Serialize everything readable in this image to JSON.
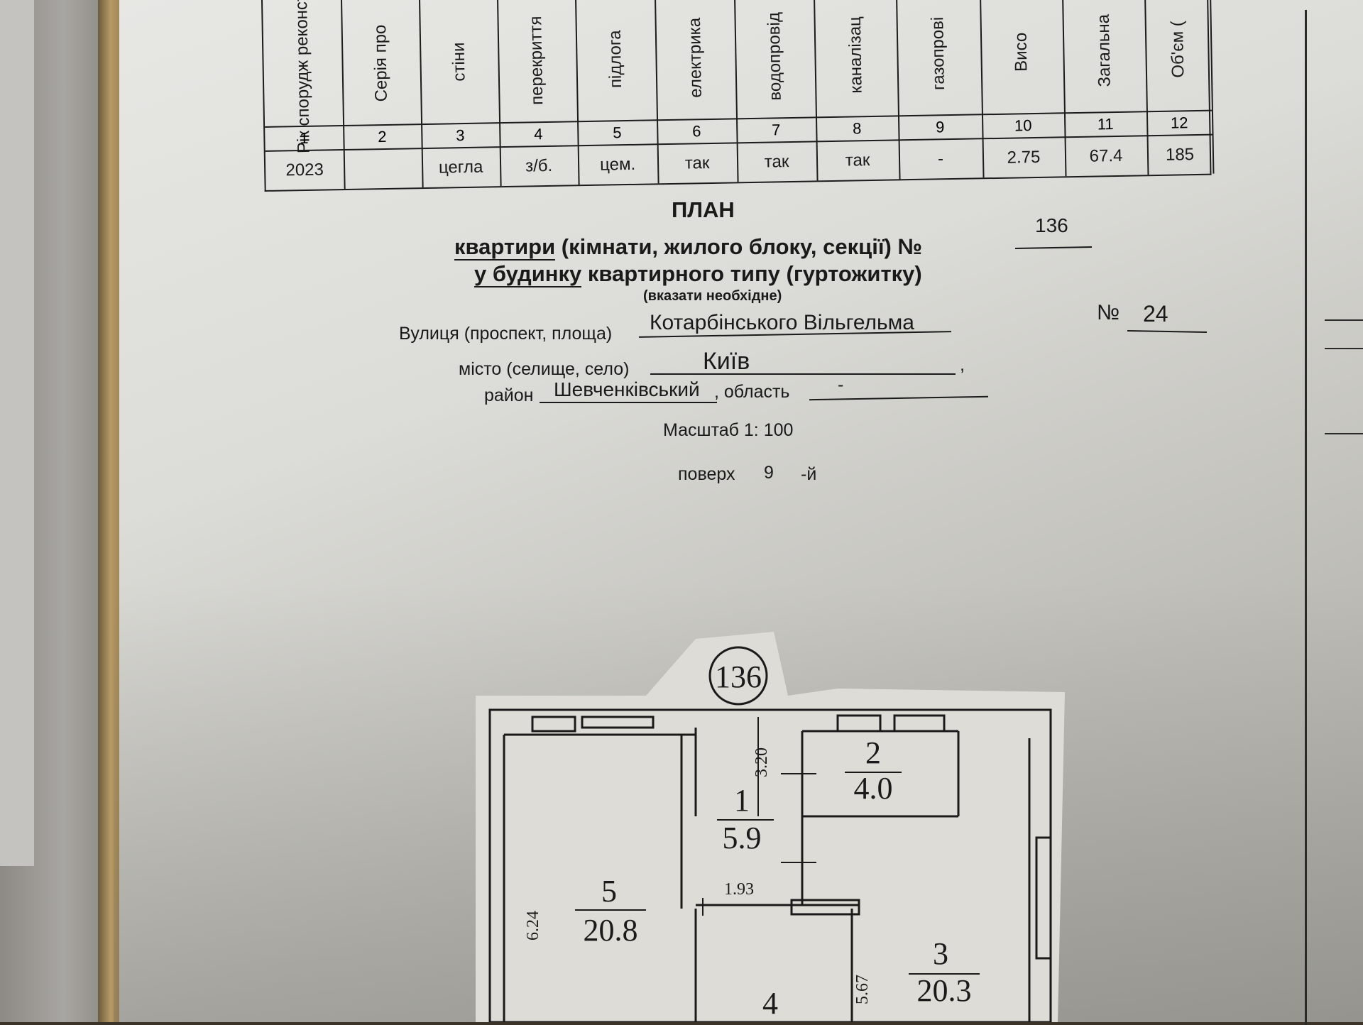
{
  "table": {
    "headers": [
      "Рік спорудж реконстру",
      "Серія про",
      "стіни",
      "перекриття",
      "підлога",
      "електрика",
      "водопровід",
      "каналізац",
      "газопрові",
      "Висо",
      "Загальна",
      "Об'єм ("
    ],
    "numbers": [
      "1",
      "2",
      "3",
      "4",
      "5",
      "6",
      "7",
      "8",
      "9",
      "10",
      "11",
      "12"
    ],
    "values": [
      "2023",
      "",
      "цегла",
      "з/б.",
      "цем.",
      "так",
      "так",
      "так",
      "-",
      "2.75",
      "67.4",
      "185"
    ]
  },
  "doc": {
    "title": "ПЛАН",
    "line1_prefix": "квартири",
    "line1_rest": " (кімнати, жилого блоку, секції) №",
    "apartment_number": "136",
    "line2_main": "у будинку",
    "line2_rest": " квартирного типу (гуртожитку)",
    "note": "(вказати необхідне)",
    "street_label": "Вулиця (проспект, площа)",
    "street_value": "Котарбінського Вільгельма",
    "house_label": "№",
    "house_value": "24",
    "city_label": "місто (селище, село)",
    "city_value": "Київ",
    "district_label": "район",
    "district_value": "Шевченківський",
    "region_label": ", область",
    "region_value": "-",
    "scale": "Масштаб 1: 100",
    "floor_label": "поверх",
    "floor_value": "9",
    "floor_suffix": "-й"
  },
  "plan": {
    "apartment_badge": "136",
    "rooms": [
      {
        "id": "1",
        "area": "5.9"
      },
      {
        "id": "2",
        "area": "4.0"
      },
      {
        "id": "3",
        "area": "20.3"
      },
      {
        "id": "4",
        "area": ""
      },
      {
        "id": "5",
        "area": "20.8"
      }
    ],
    "dimensions": [
      "3.20",
      "1.93",
      "6.24",
      "5.67"
    ]
  }
}
